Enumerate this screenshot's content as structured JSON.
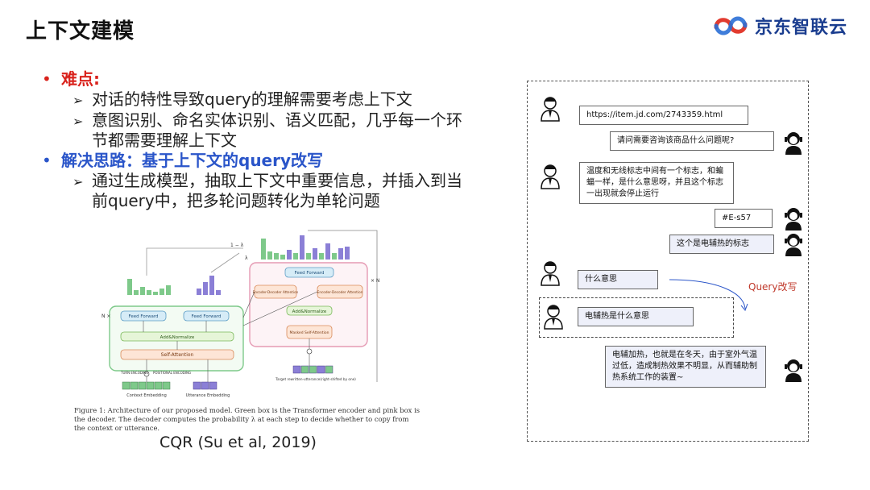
{
  "slide": {
    "title": "上下文建模"
  },
  "logo": {
    "text": "京东智联云",
    "icon": "jd-cloud-logo-icon"
  },
  "bullets": {
    "difficulty_title": "难点:",
    "difficulty_items": [
      "对话的特性导致query的理解需要考虑上下文",
      "意图识别、命名实体识别、语义匹配，几乎每一个环节都需要理解上下文"
    ],
    "solution_title": "解决思路：基于上下文的query改写",
    "solution_items": [
      "通过生成模型，抽取上下文中重要信息，并插入到当前query中，把多轮问题转化为单轮问题"
    ]
  },
  "figure": {
    "loop_label": "1 − λ",
    "lambda_label": "λ",
    "nx_left": "N ×",
    "nx_right": "× N",
    "feed_forward": "Feed Forward",
    "add_norm": "Add&Normalize",
    "self_attention": "Self-Attention",
    "enc_dec_attention": "Encoder-Decoder Attention",
    "masked_self_attention": "Masked Self-Attention",
    "turn_encoding": "TURN ENCODING",
    "positional_encoding": "POSITIONAL ENCODING",
    "context_embedding": "Context Embedding",
    "utterance_embedding": "Utterance Embedding",
    "target_label": "Target rewritten-utterance(right-shifted by one)",
    "caption": "Figure 1: Architecture of our proposed model. Green box is the Transformer encoder and pink box is the decoder. The decoder computes the probability λ at each step to decide whether to copy from the context or utterance.",
    "citation": "CQR (Su et al, 2019)"
  },
  "chat": {
    "messages": [
      {
        "side": "left",
        "text": "https://item.jd.com/2743359.html"
      },
      {
        "side": "right",
        "text": "请问需要咨询该商品什么问题呢?"
      },
      {
        "side": "left",
        "text": "温度和无线标志中间有一个标志，和蝙蝠一样，是什么意思呀，并且这个标志一出现就会停止运行"
      },
      {
        "side": "right",
        "text": "#E-s57"
      },
      {
        "side": "right",
        "text": "这个是电辅热的标志"
      },
      {
        "side": "left",
        "text": "什么意思"
      },
      {
        "side": "left",
        "text": "电辅热是什么意思"
      },
      {
        "side": "right",
        "text": "电辅加热，也就是在冬天，由于室外气温过低，造成制热效果不明显，从而辅助制热系统工作的装置~"
      }
    ],
    "rewrite_label": "Query改写"
  }
}
